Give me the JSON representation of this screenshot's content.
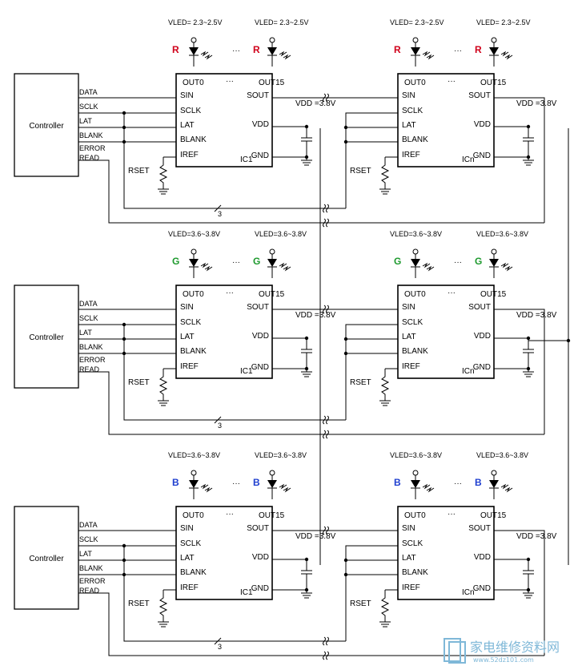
{
  "controller_label": "Controller",
  "controller_pins": [
    "DATA",
    "SCLK",
    "LAT",
    "BLANK",
    "ERROR",
    "READ"
  ],
  "ic_names": [
    "IC1",
    "ICn"
  ],
  "ic_pins_left": [
    "SIN",
    "SCLK",
    "LAT",
    "BLANK",
    "IREF"
  ],
  "ic_pins_top": [
    "OUT0",
    "···",
    "OUT15"
  ],
  "ic_pins_right": [
    "SOUT",
    "VDD",
    "GND"
  ],
  "rset_label": "RSET",
  "vdd_label": "VDD =3.8V",
  "bus_width": "3",
  "ellipsis": "···",
  "rows": [
    {
      "color_letter": "R",
      "color": "#d0021b",
      "vled": "VLED= 2.3~2.5V"
    },
    {
      "color_letter": "G",
      "color": "#1e9a2e",
      "vled": "VLED=3.6~3.8V"
    },
    {
      "color_letter": "B",
      "color": "#1f3fcf",
      "vled": "VLED=3.6~3.8V"
    }
  ],
  "watermark": {
    "text": "家电维修资料网",
    "url": "www.52dz101.com"
  }
}
